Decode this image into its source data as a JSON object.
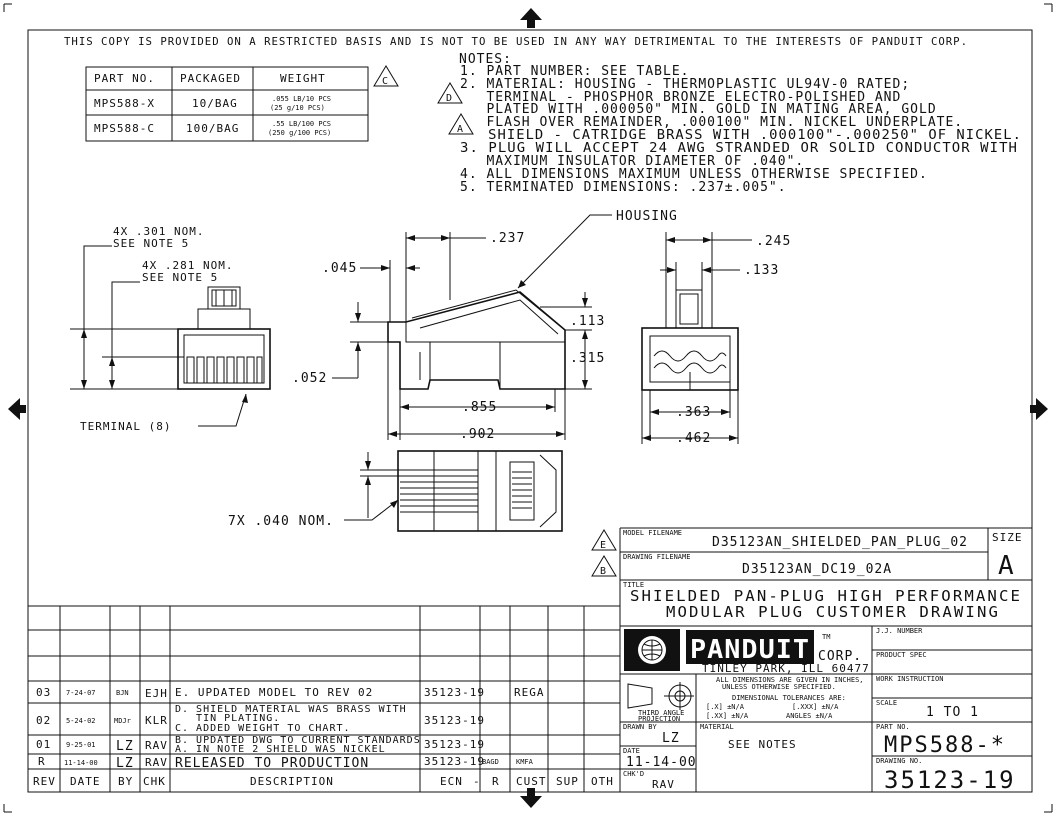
{
  "disclaimer": "THIS COPY IS PROVIDED ON A RESTRICTED BASIS AND IS NOT TO BE USED IN ANY WAY DETRIMENTAL TO THE INTERESTS OF PANDUIT CORP.",
  "parts_table": {
    "headers": [
      "PART NO.",
      "PACKAGED",
      "WEIGHT"
    ],
    "rows": [
      {
        "part": "MPS588-X",
        "packaged": "10/BAG",
        "weight1": ".055 LB/10 PCS",
        "weight2": "(25 g/10 PCS)"
      },
      {
        "part": "MPS588-C",
        "packaged": "100/BAG",
        "weight1": ".55 LB/100 PCS",
        "weight2": "(250 g/100 PCS)"
      }
    ]
  },
  "notes": {
    "heading": "NOTES:",
    "lines": [
      "1. PART NUMBER: SEE TABLE.",
      "2. MATERIAL: HOUSING - THERMOPLASTIC UL94V-0 RATED;",
      "   TERMINAL - PHOSPHOR BRONZE ELECTRO-POLISHED AND",
      "   PLATED WITH .000050\" MIN. GOLD IN MATING AREA, GOLD",
      "   FLASH OVER REMAINDER, .000100\" MIN. NICKEL UNDERPLATE.",
      "   SHIELD - CATRIDGE BRASS WITH .000100\"-.000250\" OF NICKEL.",
      "3. PLUG WILL ACCEPT 24 AWG STRANDED OR SOLID CONDUCTOR WITH",
      "   MAXIMUM INSULATOR DIAMETER OF .040\".",
      "4. ALL DIMENSIONS MAXIMUM UNLESS OTHERWISE SPECIFIED.",
      "5. TERMINATED DIMENSIONS: .237±.005\"."
    ]
  },
  "rev_tags": {
    "c": "C",
    "d": "D",
    "a": "A",
    "e": "E",
    "b": "B"
  },
  "callouts": {
    "nom301_1": "4X .301 NOM.",
    "nom301_2": "SEE NOTE 5",
    "nom281_1": "4X .281 NOM.",
    "nom281_2": "SEE NOTE 5",
    "terminal": "TERMINAL (8)",
    "nom040": "7X .040 NOM.",
    "housing": "HOUSING"
  },
  "dims": {
    "d237": ".237",
    "d045": ".045",
    "d113": ".113",
    "d315": ".315",
    "d052": ".052",
    "d855": ".855",
    "d902": ".902",
    "d245": ".245",
    "d133": ".133",
    "d363": ".363",
    "d462": ".462"
  },
  "title_block": {
    "model_filename_label": "MODEL FILENAME",
    "model_filename": "D35123AN_SHIELDED_PAN_PLUG_02",
    "drawing_filename_label": "DRAWING FILENAME",
    "drawing_filename": "D35123AN_DC19_02A",
    "size_label": "SIZE",
    "size": "A",
    "title_label": "TITLE",
    "title1": "SHIELDED PAN-PLUG HIGH PERFORMANCE",
    "title2": "MODULAR PLUG CUSTOMER DRAWING",
    "logo_text": "PANDUIT",
    "logo_corp": "CORP.",
    "logo_tm": "TM",
    "location": "TINLEY PARK, ILL 60477",
    "jj_number_label": "J.J. NUMBER",
    "product_spec_label": "PRODUCT SPEC",
    "work_instruction_label": "WORK INSTRUCTION",
    "scale_label": "SCALE",
    "scale": "1 TO 1",
    "part_no_label": "PART NO.",
    "part_no": "MPS588-*",
    "drawing_no_label": "DRAWING NO.",
    "drawing_no": "35123-19",
    "third_angle_1": "THIRD ANGLE",
    "third_angle_2": "PROJECTION",
    "tol_line1": "ALL DIMENSIONS ARE GIVEN IN INCHES,",
    "tol_line2": "UNLESS OTHERWISE SPECIFIED.",
    "tol_line3": "DIMENSIONAL TOLERANCES ARE:",
    "tol_x": "[.X] ±N/A",
    "tol_xxx": "[.XXX] ±N/A",
    "tol_xx": "[.XX] ±N/A",
    "tol_ang": "ANGLES ±N/A",
    "drawn_by_label": "DRAWN BY",
    "drawn_by": "LZ",
    "material_label": "MATERIAL",
    "material": "SEE NOTES",
    "date_label": "DATE",
    "date": "11-14-00",
    "chkd_label": "CHK'D",
    "chkd": "RAV"
  },
  "revisions": {
    "headers": [
      "REV",
      "DATE",
      "BY",
      "CHK",
      "DESCRIPTION",
      "ECN",
      "-",
      "R",
      "CUST",
      "SUP",
      "OTH"
    ],
    "rows": [
      {
        "rev": "03",
        "date": "7-24-07",
        "by": "BJN",
        "chk": "EJH",
        "desc1": "E. UPDATED MODEL TO REV 02",
        "desc2": "",
        "ecn": "35123-19",
        "r": "",
        "cust": "REGA"
      },
      {
        "rev": "02",
        "date": "5-24-02",
        "by": "MDJr",
        "chk": "KLR",
        "desc1": "D. SHIELD MATERIAL WAS BRASS WITH",
        "desc2": "   TIN PLATING.",
        "desc3": "C. ADDED WEIGHT TO CHART.",
        "ecn": "35123-19",
        "r": "",
        "cust": ""
      },
      {
        "rev": "01",
        "date": "9-25-01",
        "by": "LZ",
        "chk": "RAV",
        "desc1": "B. UPDATED DWG TO CURRENT STANDARDS",
        "desc2": "A. IN NOTE 2 SHIELD WAS NICKEL",
        "ecn": "35123-19",
        "r": "",
        "cust": ""
      },
      {
        "rev": "R",
        "date": "11-14-00",
        "by": "LZ",
        "chk": "RAV",
        "desc1": "RELEASED TO PRODUCTION",
        "desc2": "",
        "ecn": "35123-19",
        "r": "BAGD",
        "cust": "KMFA"
      }
    ]
  }
}
